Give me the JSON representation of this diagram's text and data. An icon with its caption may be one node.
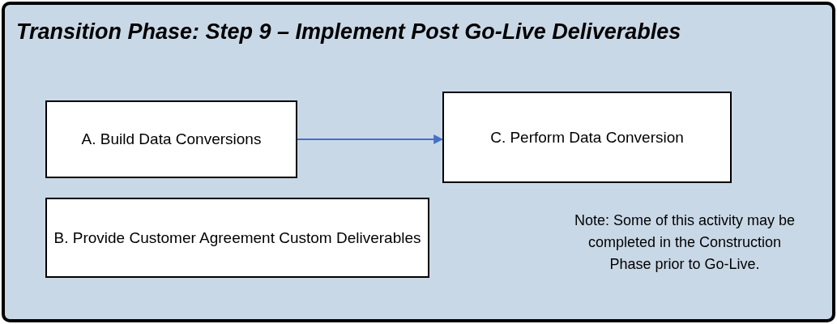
{
  "diagram": {
    "nodes": [
      {
        "text": [
          "Transition Phase: Step 9 – Implement Post Go-Live Deliverables"
        ]
      },
      {
        "text": [
          "A. Build Data Conversions"
        ],
        "in": 0
      },
      {
        "text": [
          "C. Perform Data Conversion"
        ],
        "in": 0
      },
      {
        "text": [
          "B. Provide Customer Agreement Custom Deliverables"
        ],
        "in": 0
      }
    ],
    "edges": [
      {
        "from": 1,
        "to": 2,
        "arrow": "to",
        "color": "#4472c4"
      }
    ],
    "labels": [
      "Note: Some of this activity may be completed in the Construction Phase prior to Go-Live."
    ]
  }
}
